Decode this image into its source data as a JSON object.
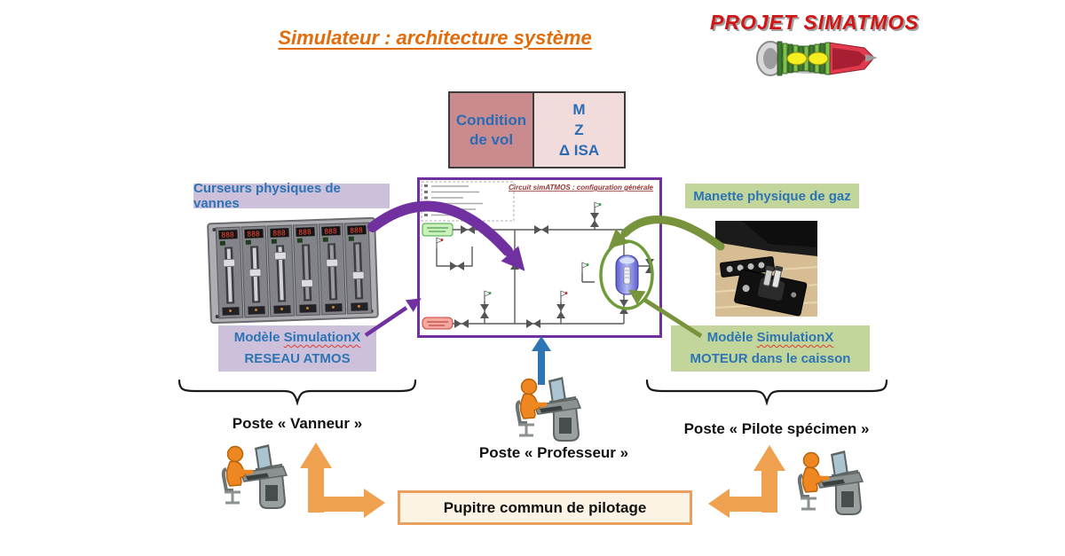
{
  "title": "Simulateur : architecture système",
  "logo": {
    "text": "PROJET SIMATMOS"
  },
  "condition": {
    "header": "Condition de vol",
    "rows": [
      "M",
      "Z",
      "Δ ISA"
    ]
  },
  "tags": {
    "left": "Curseurs physiques de vannes",
    "right": "Manette physique de gaz"
  },
  "models": {
    "left": {
      "line1_prefix": "Modèle ",
      "line1_word": "SimulationX",
      "line2": "RESEAU ATMOS"
    },
    "right": {
      "line1_prefix": "Modèle ",
      "line1_word": "SimulationX",
      "line2": "MOTEUR dans le caisson"
    }
  },
  "diagram": {
    "title": "Circuit simATMOS : configuration générale"
  },
  "posts": {
    "vanneur": "Poste « Vanneur »",
    "professeur": "Poste « Professeur »",
    "pilote": "Poste « Pilote spécimen »"
  },
  "pupitre": {
    "label": "Pupitre commun de pilotage"
  },
  "colors": {
    "title_orange": "#e26b0a",
    "logo_red": "#d11414",
    "table_header_bg": "#ca8b8f",
    "table_values_bg": "#f2dcdb",
    "lavender_bg": "#ccc0da",
    "green_bg": "#c2d69b",
    "label_blue": "#2d74b5",
    "diagram_border_purple": "#7030a0",
    "diagram_title_red": "#943634",
    "arrow_purple": "#7030a0",
    "arrow_green": "#77933c",
    "arrow_blue": "#2e75b5",
    "arrow_orange": "#efa14f",
    "pupitre_border": "#e8a05c",
    "pupitre_bg": "#fdf3e4"
  }
}
